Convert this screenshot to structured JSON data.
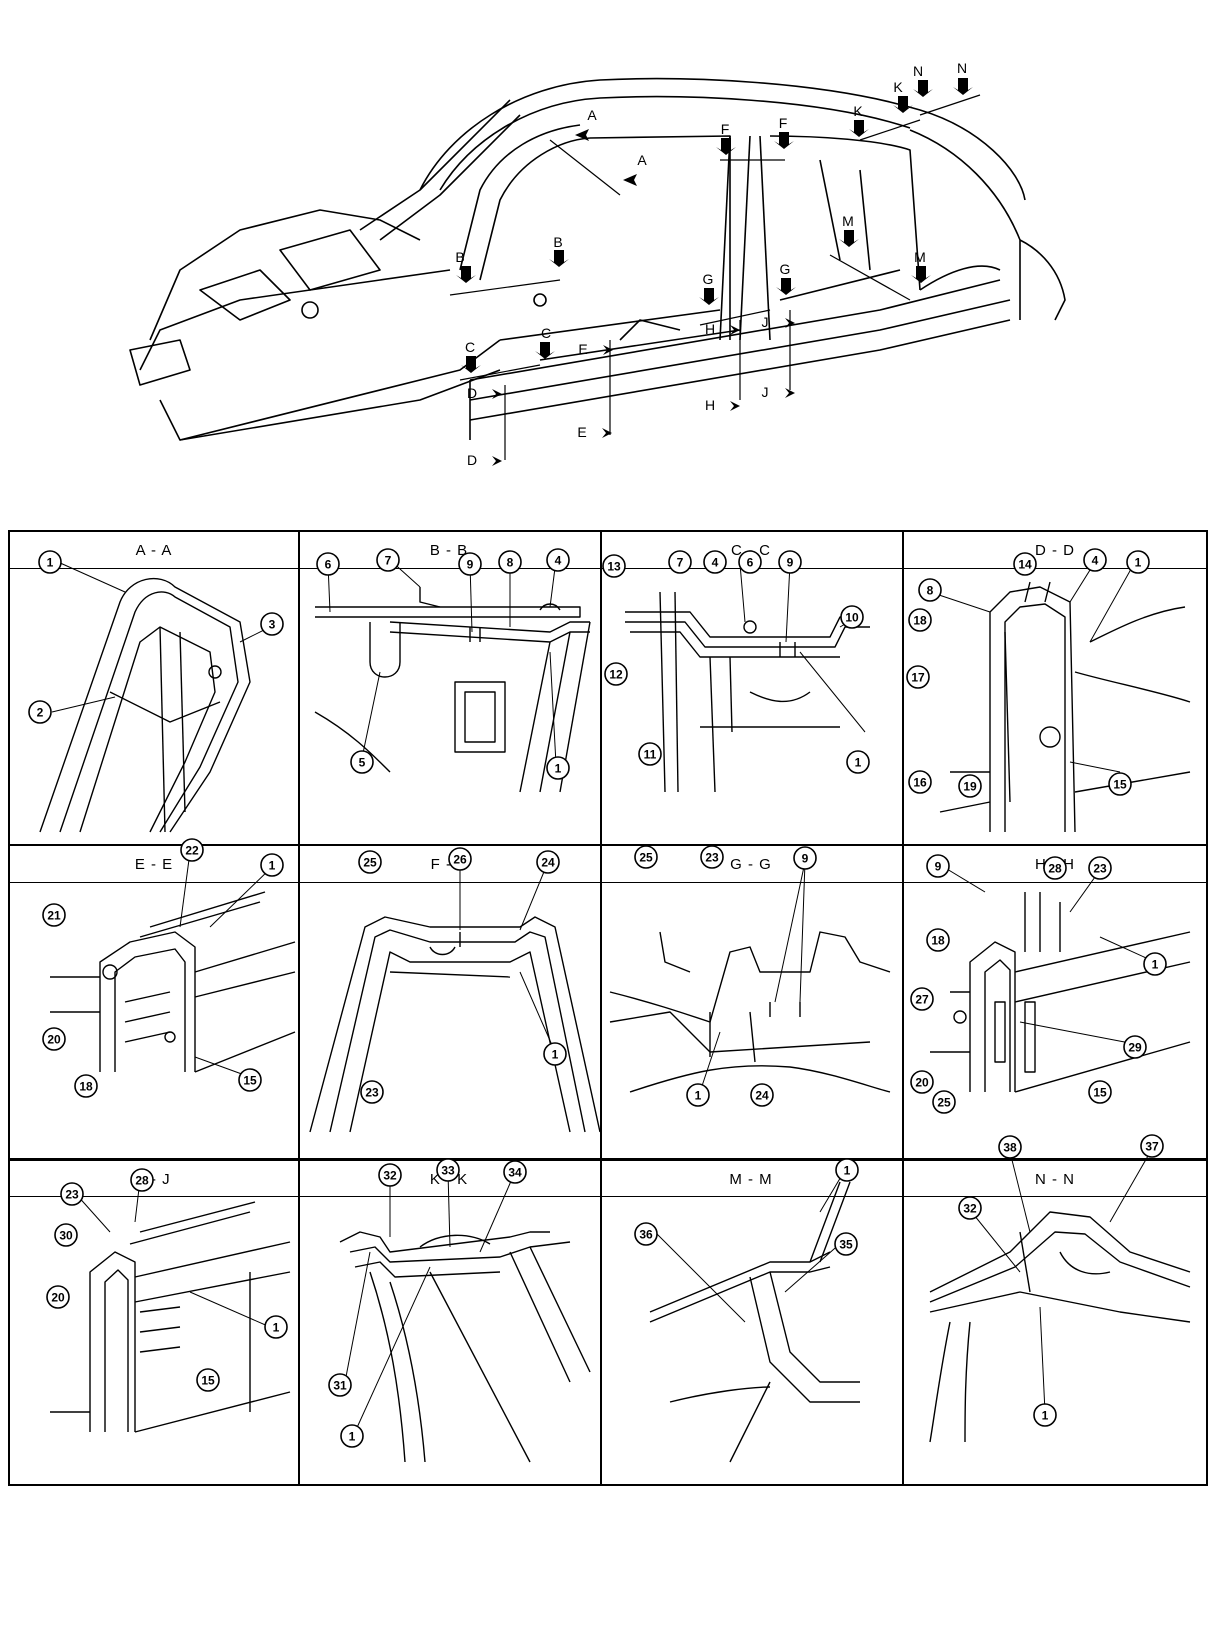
{
  "overview": {
    "section_markers": [
      "A",
      "A",
      "B",
      "B",
      "C",
      "C",
      "D",
      "D",
      "E",
      "E",
      "F",
      "F",
      "G",
      "G",
      "H",
      "H",
      "J",
      "J",
      "K",
      "K",
      "M",
      "M",
      "N",
      "N"
    ]
  },
  "sections": [
    {
      "title": "A - A",
      "callouts": [
        "1",
        "2",
        "3"
      ]
    },
    {
      "title": "B - B",
      "callouts": [
        "6",
        "7",
        "9",
        "8",
        "4",
        "5",
        "1"
      ]
    },
    {
      "title": "C - C",
      "callouts": [
        "13",
        "7",
        "4",
        "6",
        "9",
        "10",
        "12",
        "11",
        "1"
      ]
    },
    {
      "title": "D - D",
      "callouts": [
        "8",
        "14",
        "4",
        "1",
        "18",
        "17",
        "16",
        "19",
        "15"
      ]
    },
    {
      "title": "E - E",
      "callouts": [
        "22",
        "1",
        "21",
        "20",
        "18",
        "15"
      ]
    },
    {
      "title": "F - F",
      "callouts": [
        "25",
        "26",
        "24",
        "23",
        "1"
      ]
    },
    {
      "title": "G - G",
      "callouts": [
        "25",
        "23",
        "9",
        "1",
        "24"
      ]
    },
    {
      "title": "H - H",
      "callouts": [
        "9",
        "28",
        "23",
        "18",
        "27",
        "1",
        "29",
        "20",
        "25",
        "15"
      ]
    },
    {
      "title": "J - J",
      "callouts": [
        "23",
        "28",
        "30",
        "20",
        "1",
        "15"
      ]
    },
    {
      "title": "K - K",
      "callouts": [
        "32",
        "33",
        "34",
        "31",
        "1"
      ]
    },
    {
      "title": "M - M",
      "callouts": [
        "36",
        "1",
        "35"
      ]
    },
    {
      "title": "N - N",
      "callouts": [
        "32",
        "38",
        "37",
        "1"
      ]
    }
  ]
}
